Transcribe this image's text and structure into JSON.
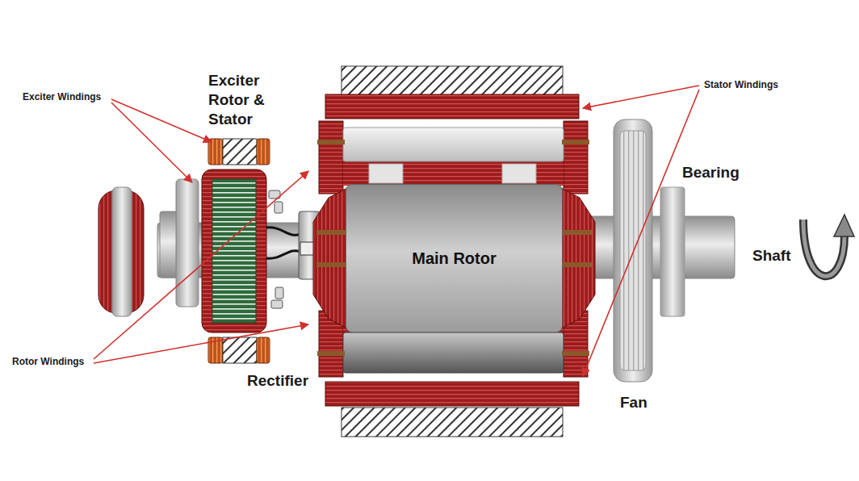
{
  "diagram": {
    "nodes": [
      {
        "text": [
          "Main Rotor"
        ]
      }
    ],
    "labels": [
      "Exciter Windings",
      "Exciter Rotor & Stator",
      "Stator Windings",
      "Bearing",
      "Shaft",
      "Rotor Windings",
      "Rectifier",
      "Fan"
    ]
  }
}
